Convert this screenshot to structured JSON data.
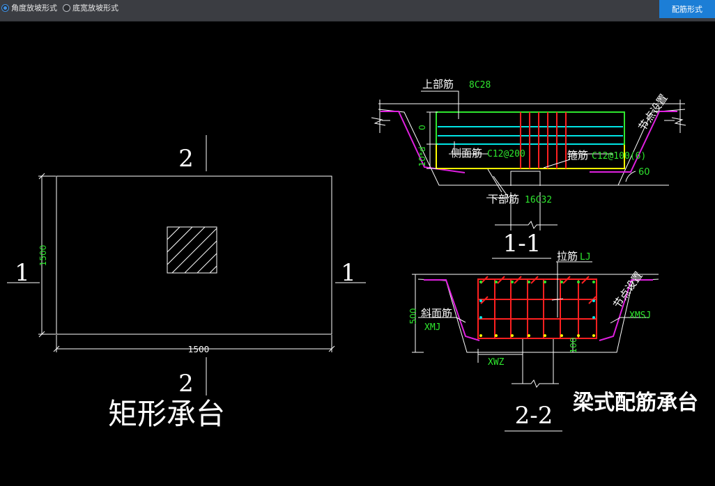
{
  "toolbar": {
    "options": [
      {
        "label": "角度放坡形式",
        "selected": true
      },
      {
        "label": "底宽放坡形式",
        "selected": false
      }
    ],
    "action_label": "配筋形式"
  },
  "plan": {
    "section_mark_top": "2",
    "section_mark_bottom": "2",
    "section_mark_left": "1",
    "section_mark_right": "1",
    "dim_height": "1500",
    "dim_width": "1500",
    "title": "矩形承台"
  },
  "section_1_1": {
    "top_bar_label": "上部筋",
    "top_bar_value": "8C28",
    "node_label": "节点设置",
    "dim_top": "0",
    "dim_side": "10*d",
    "side_bar_label": "侧面筋",
    "side_bar_value": "C12@200",
    "stirrup_label": "箍筋",
    "stirrup_value": "C12@100(6)",
    "angle": "60",
    "bottom_bar_label": "下部筋",
    "bottom_bar_value": "16C32",
    "title": "1-1"
  },
  "section_2_2": {
    "tie_label": "拉筋",
    "tie_value": "LJ",
    "node_label": "节点设置",
    "dim_height": "500",
    "slope_label": "斜面筋",
    "slope_value": "XMJ",
    "xmsj": "XMSJ",
    "dim_100": "100",
    "xwz": "XWZ",
    "title": "2-2",
    "caption": "梁式配筋承台"
  },
  "colors": {
    "background": "#000000",
    "toolbar": "#3b3d42",
    "accent": "#1c7ed6",
    "green": "#2ee62e",
    "cyan": "#00e5e5",
    "yellow": "#ffff00",
    "red": "#ff2020",
    "magenta": "#e020e0"
  }
}
